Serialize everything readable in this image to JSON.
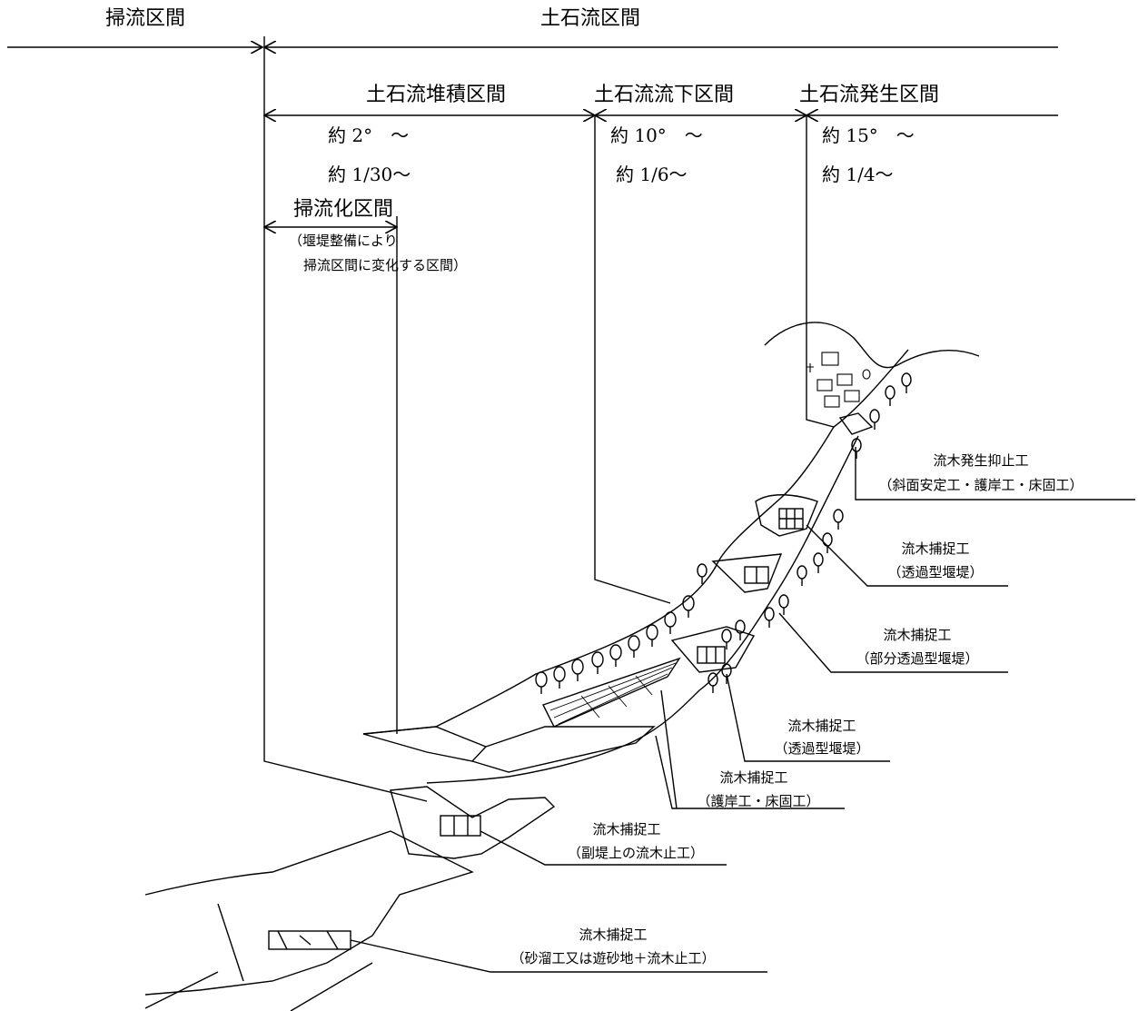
{
  "zones": {
    "sweep": "掃流区間",
    "debris": "土石流区間",
    "deposit": "土石流堆積区間",
    "transport": "土石流流下区間",
    "generation": "土石流発生区間",
    "sweep_converted": "掃流化区間",
    "sweep_converted_note_1": "（堰堤整備により",
    "sweep_converted_note_2": "掃流区間に変化する区間）"
  },
  "slopes": {
    "deposit_deg": "約 2°　～",
    "deposit_ratio": "約 1/30～",
    "transport_deg": "約 10°　～",
    "transport_ratio": "約 1/6～",
    "generation_deg": "約 15°　～",
    "generation_ratio": "約 1/4～"
  },
  "callouts": [
    {
      "title": "流木発生抑止工",
      "sub": "（斜面安定工・護岸工・床固工）"
    },
    {
      "title": "流木捕捉工",
      "sub": "（透過型堰堤）"
    },
    {
      "title": "流木捕捉工",
      "sub": "（部分透過型堰堤）"
    },
    {
      "title": "流木捕捉工",
      "sub": "（透過型堰堤）"
    },
    {
      "title": "流木捕捉工",
      "sub": "（護岸工・床固工）"
    },
    {
      "title": "流木捕捉工",
      "sub": "（副堤上の流木止工）"
    },
    {
      "title": "流木捕捉工",
      "sub": "（砂溜工又は遊砂地＋流木止工）"
    }
  ]
}
